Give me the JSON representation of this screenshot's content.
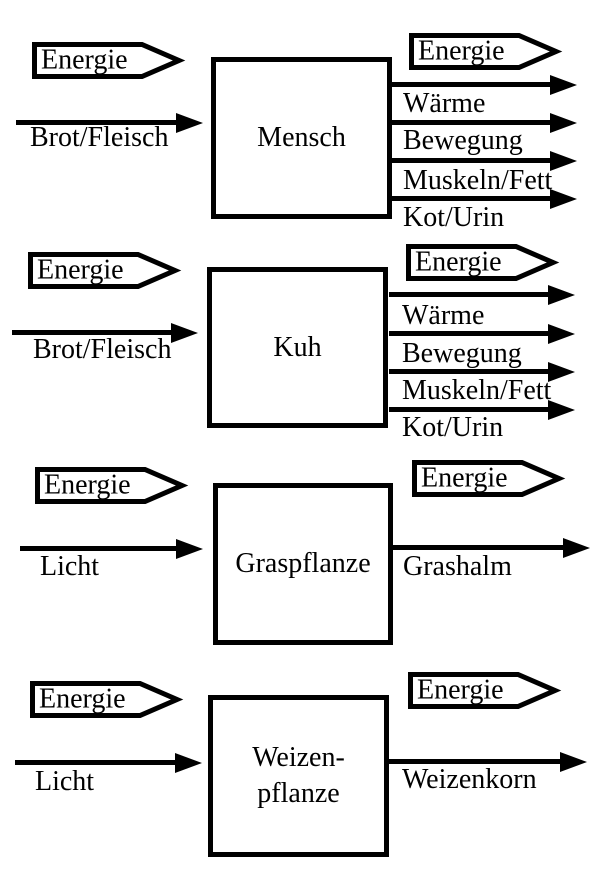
{
  "banner_label": "Energie",
  "colors": {
    "ink": "#000000",
    "background": "#ffffff"
  },
  "sections": [
    {
      "organism": "Mensch",
      "box_lines": [
        "Mensch"
      ],
      "input_label": "Brot/Fleisch",
      "outputs": [
        "Wärme",
        "Bewegung",
        "Muskeln/Fett",
        "Kot/Urin"
      ]
    },
    {
      "organism": "Kuh",
      "box_lines": [
        "Kuh"
      ],
      "input_label": "Brot/Fleisch",
      "outputs": [
        "Wärme",
        "Bewegung",
        "Muskeln/Fett",
        "Kot/Urin"
      ]
    },
    {
      "organism": "Graspflanze",
      "box_lines": [
        "Graspflanze"
      ],
      "input_label": "Licht",
      "outputs": [
        "Grashalm"
      ]
    },
    {
      "organism": "Weizenpflanze",
      "box_lines": [
        "Weizen-",
        "pflanze"
      ],
      "input_label": "Licht",
      "outputs": [
        "Weizenkorn"
      ]
    }
  ]
}
